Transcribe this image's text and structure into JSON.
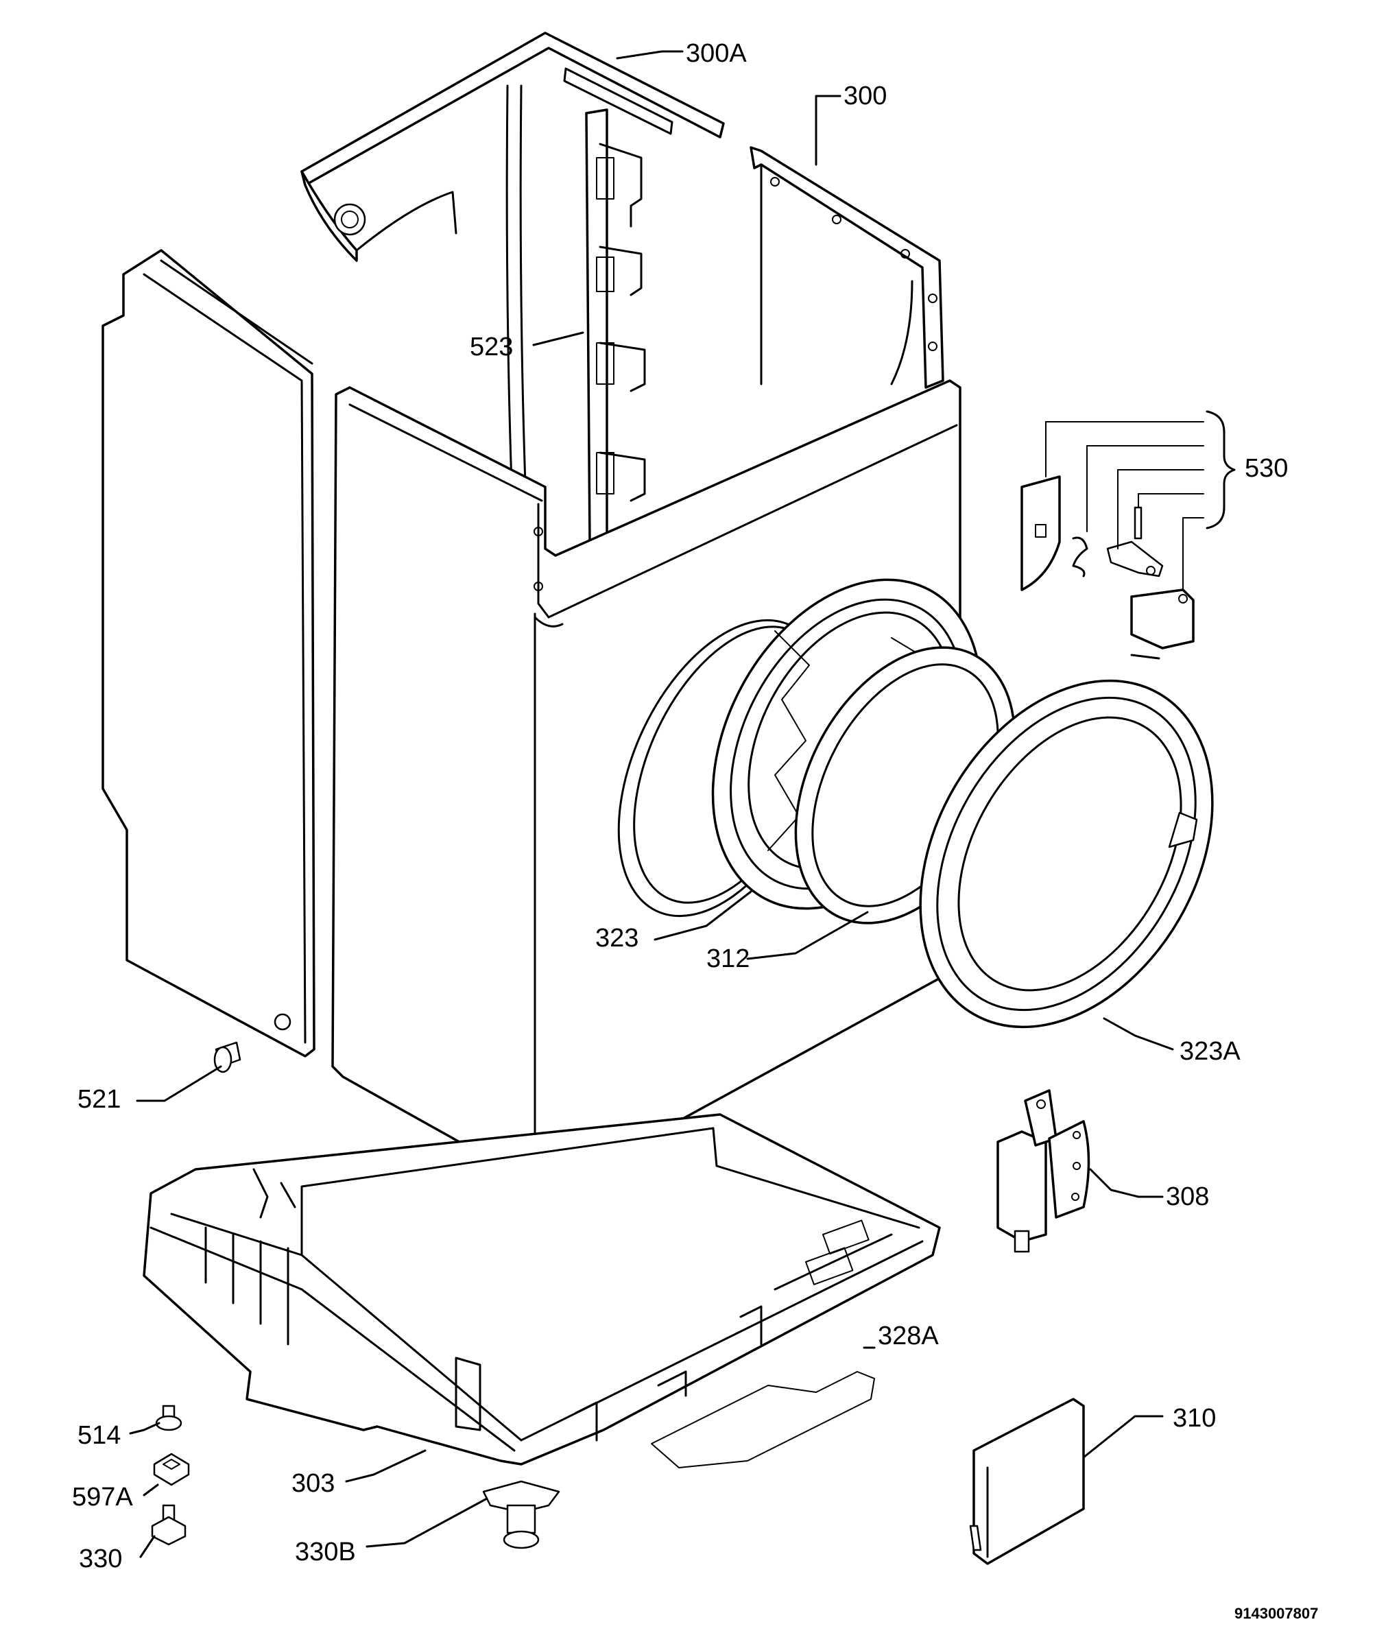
{
  "labels": {
    "l300a": "300A",
    "l300": "300",
    "l523": "523",
    "l530": "530",
    "l323": "323",
    "l312": "312",
    "l323a": "323A",
    "l521": "521",
    "l308": "308",
    "l328a": "328A",
    "l310": "310",
    "l514": "514",
    "l597a": "597A",
    "l303": "303",
    "l330": "330",
    "l330b": "330B"
  },
  "drawing_code": "9143007807"
}
